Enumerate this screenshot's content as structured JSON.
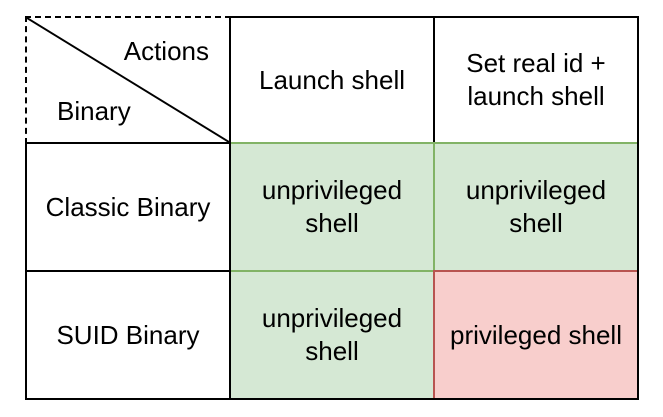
{
  "header": {
    "corner_top": "Actions",
    "corner_bottom": "Binary",
    "col1": "Launch shell",
    "col2_line1": "Set real id +",
    "col2_line2": "launch shell"
  },
  "rows": [
    {
      "label": "Classic Binary",
      "cell1_line1": "unprivileged",
      "cell1_line2": "shell",
      "cell2_line1": "unprivileged",
      "cell2_line2": "shell"
    },
    {
      "label": "SUID Binary",
      "cell1_line1": "unprivileged",
      "cell1_line2": "shell",
      "cell2": "privileged shell"
    }
  ],
  "colors": {
    "unprivileged_fill": "#d5e8d4",
    "unprivileged_border": "#82b366",
    "privileged_fill": "#f8cecc",
    "privileged_border": "#b85450"
  }
}
